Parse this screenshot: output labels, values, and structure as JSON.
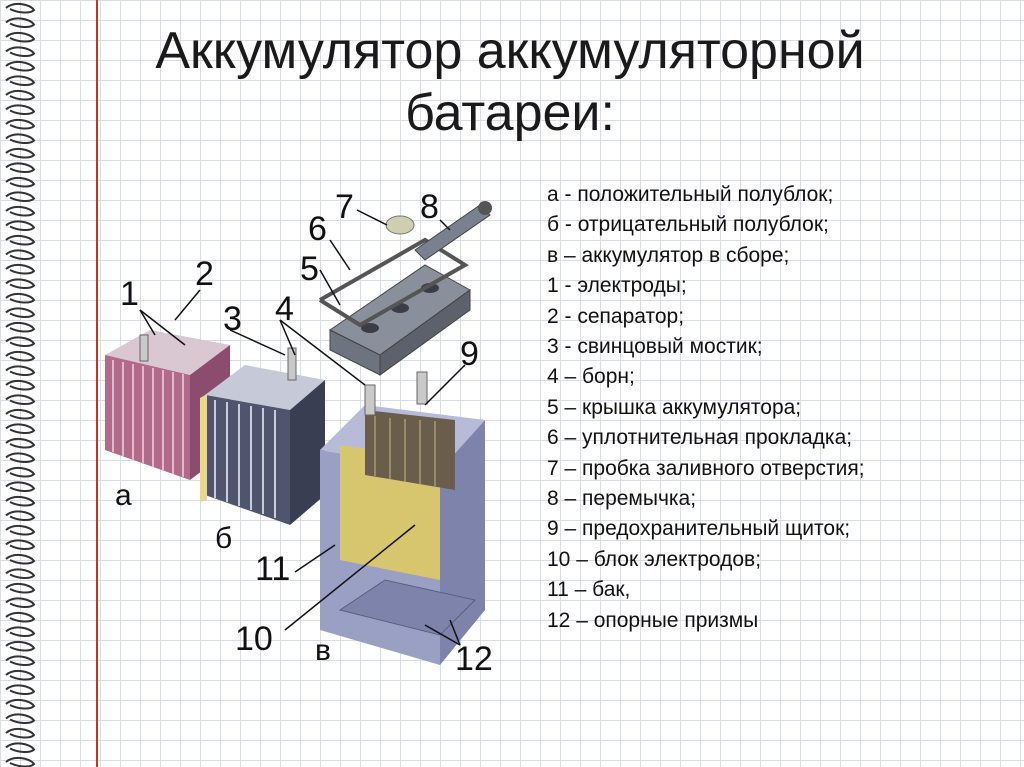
{
  "title": {
    "line1": "Аккумулятор аккумуляторной",
    "line2": "батареи:"
  },
  "legend": [
    "а - положительный полублок;",
    "б - отрицательный полублок;",
    "в – аккумулятор в сборе;",
    "1 - электроды;",
    "2 - сепаратор;",
    "3 - свинцовый мостик;",
    "4 – борн;",
    "5 – крышка аккумулятора;",
    "6 – уплотнительная прокладка;",
    "7 – пробка заливного отверстия;",
    "8 – перемычка;",
    "9 – предохранительный щиток;",
    "10 – блок электродов;",
    "11 – бак,",
    "12 – опорные призмы"
  ],
  "diagram_labels": {
    "l1": "1",
    "l2": "2",
    "l3": "3",
    "l4": "4",
    "l5": "5",
    "l6": "6",
    "l7": "7",
    "l8": "8",
    "l9": "9",
    "l10": "10",
    "l11": "11",
    "l12": "12",
    "la": "а",
    "lb": "б",
    "lv": "в"
  },
  "colors": {
    "grid": "#d9dde6",
    "margin_line": "#c9302c",
    "positive_plates": "#b06a8a",
    "negative_plates": "#50556e",
    "case": "#9aa0c4",
    "separator": "#e8d98a",
    "lid": "#7a7f8c"
  }
}
